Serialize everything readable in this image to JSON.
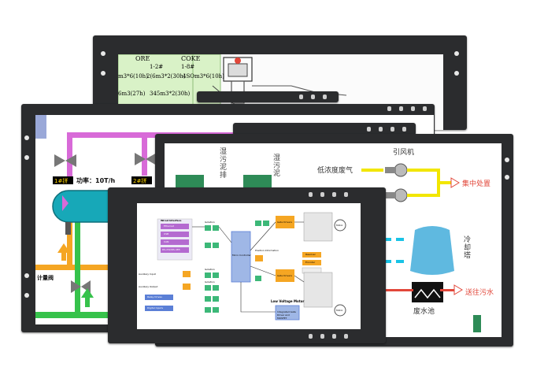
{
  "panel1": {
    "ore_header": "ORE",
    "coke_header": "COKE",
    "col_a": "1-2#",
    "col_b": "1-8#",
    "row1": "m3*6(10h)",
    "row1_b": "2(6m3*2(30h)",
    "row1_c": "4SOm3*6(10h)",
    "row2": "6m3(27h)",
    "row2_b": "345m3*2(30h)"
  },
  "panel2": {
    "tag1": "1#拼",
    "tag2": "2#拼",
    "power_label": "功率：10T/h",
    "meter_label": "计量阀"
  },
  "panel3": {
    "label_col1": "湿污泥排",
    "label_col2": "湿污泥",
    "fan_label": "引风机",
    "gas_label": "低浓度废气",
    "collect_label": "集中处置",
    "tower_label": "冷却塔",
    "pool_label": "废水池",
    "transport_label": "送往污水"
  },
  "panel4": {
    "wired_interface": "Wired Interface",
    "ethernet": "Ethernet",
    "usb": "USB",
    "can": "CAN",
    "rs": "RS-232/RS-485",
    "isolation1": "Isolation",
    "isolation2": "Isolation",
    "isolation3": "Isolation",
    "aux_input": "Auxiliary Input",
    "aux_output": "Auxiliary Output",
    "relay_drives": "Relay Drives",
    "digital_inputs": "Digital Inputs",
    "micro_controller": "Micro Controller",
    "position_information": "Position Information",
    "gate_drivers_top": "Gate Drivers",
    "gate_drivers_bottom": "Gate Drivers",
    "resolver": "Resolver",
    "encoder": "Encoder",
    "motor_top": "Motor",
    "motor_bottom": "Motor",
    "low_voltage_motor": "Low Voltage Motor",
    "integrated_driver": "Integrated Gate Driver and MOSFET"
  },
  "colors": {
    "bezel": "#2b2c2e",
    "pipe_pink": "#d86ad8",
    "pipe_orange": "#f5a623",
    "pipe_green": "#36c24b",
    "pipe_cyan": "#19c3e6",
    "pipe_yellow": "#f2e600",
    "accent_red": "#e2473a",
    "block_blue": "#9fb7e6"
  }
}
